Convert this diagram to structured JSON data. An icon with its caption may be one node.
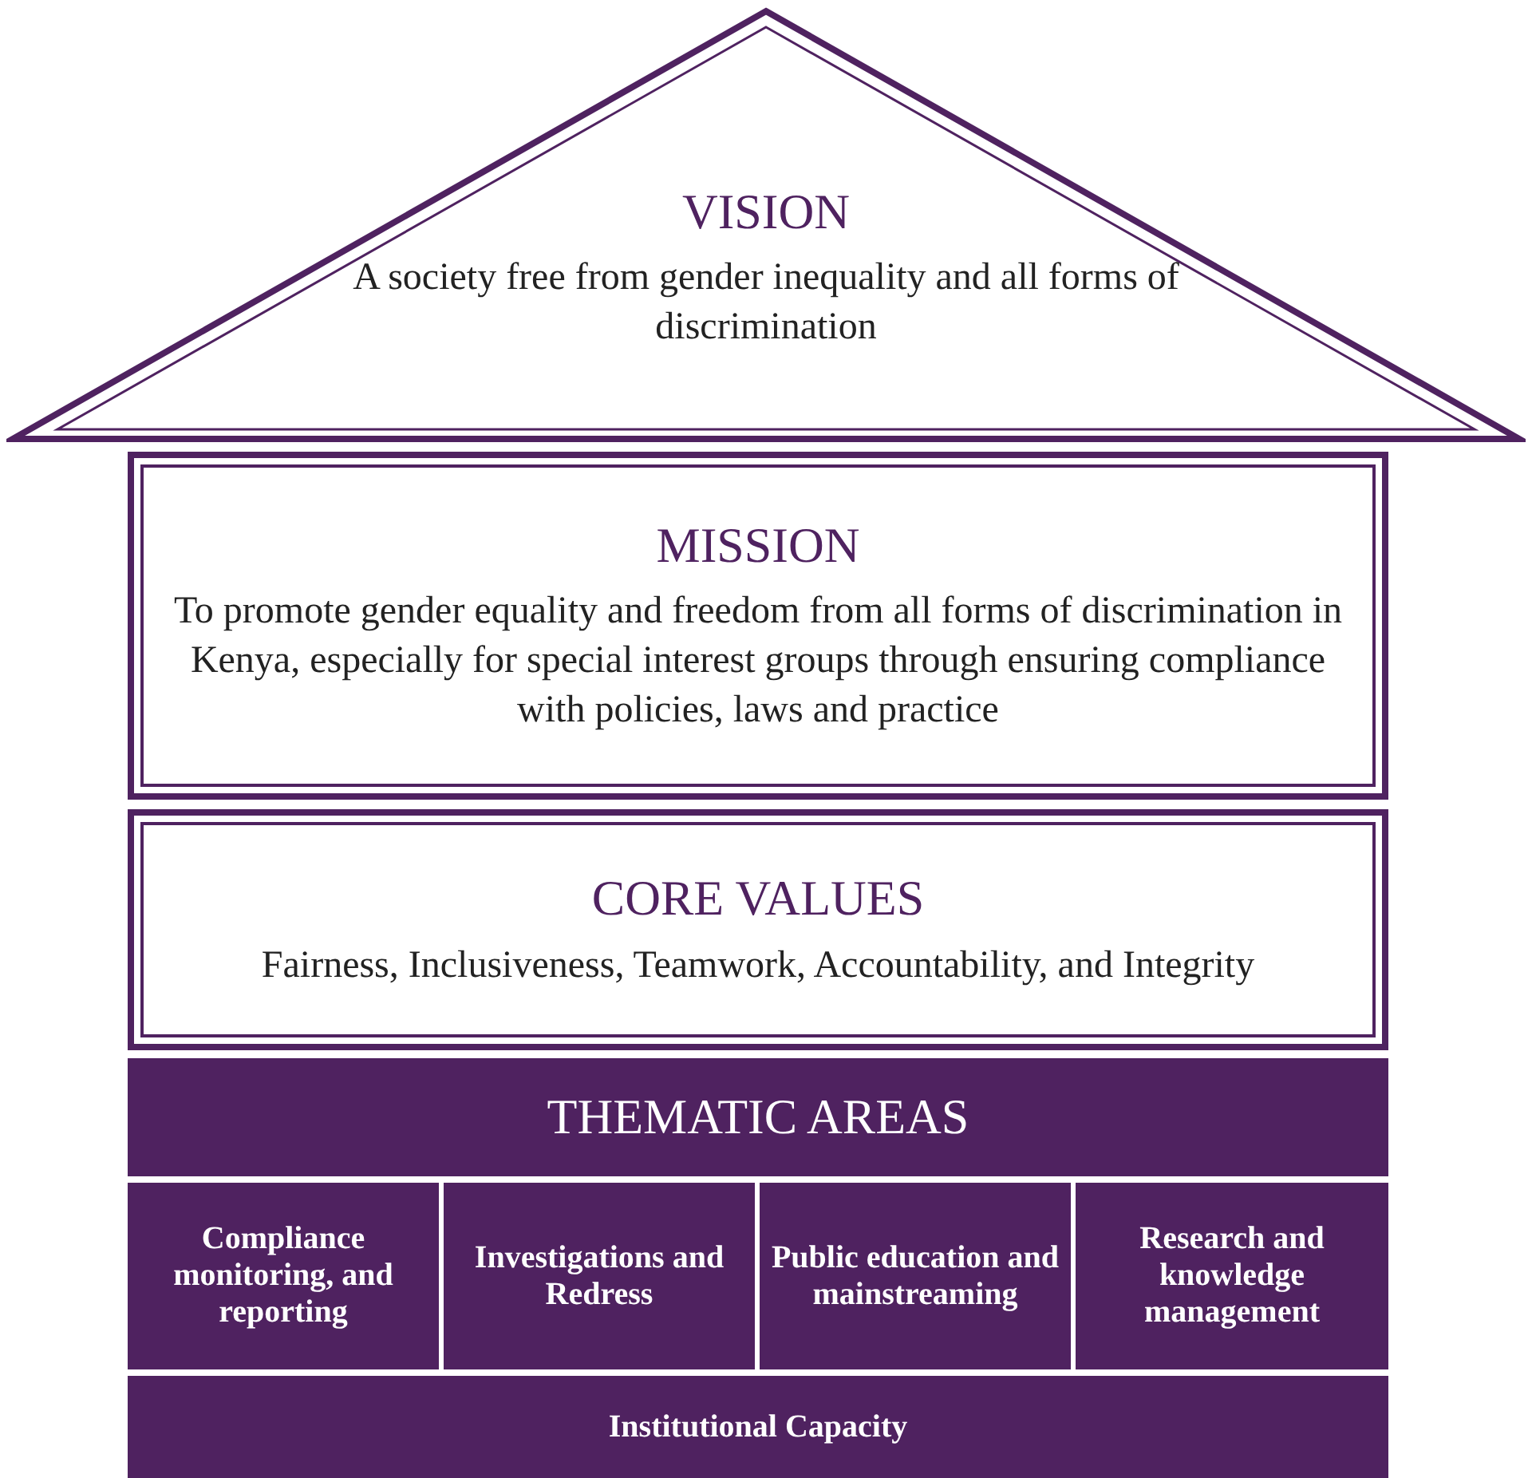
{
  "diagram": {
    "nodes": [
      {
        "text": [
          "VISION",
          "A society free from gender inequality and all forms of discrimination"
        ]
      },
      {
        "text": [
          "MISSION",
          "To promote gender equality and freedom from all forms of discrimination in Kenya, especially for special interest groups through ensuring compliance with policies, laws and practice"
        ]
      },
      {
        "text": [
          "CORE VALUES",
          "Fairness, Inclusiveness, Teamwork, Accountability, and Integrity"
        ]
      },
      {
        "text": [
          "THEMATIC AREAS"
        ]
      },
      {
        "text": [
          "Compliance monitoring, and reporting"
        ]
      },
      {
        "text": [
          "Investigations and Redress"
        ]
      },
      {
        "text": [
          "Public education and mainstreaming"
        ]
      },
      {
        "text": [
          "Research and knowledge management"
        ]
      },
      {
        "text": [
          "Institutional Capacity"
        ]
      }
    ],
    "edges": []
  }
}
